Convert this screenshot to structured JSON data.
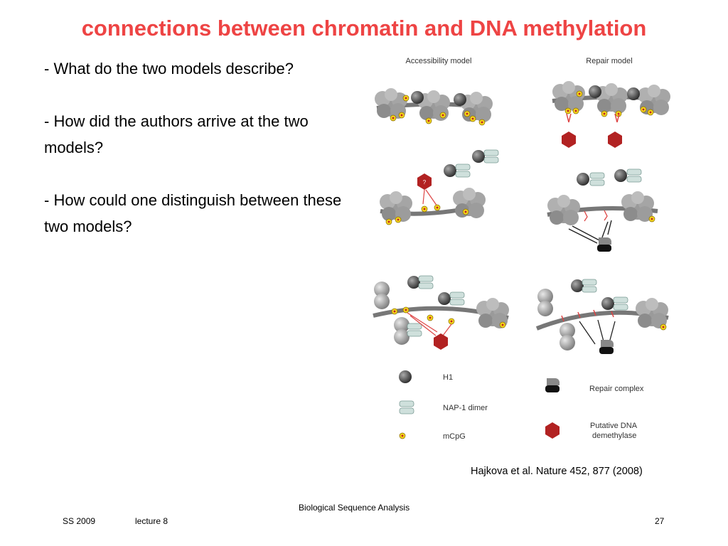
{
  "title": "connections between chromatin and DNA methylation",
  "title_color": "#ee4444",
  "bullets": [
    "- What do the two models describe?",
    "- How did the authors arrive at the two models?",
    "- How could one distinguish between these two models?"
  ],
  "figure": {
    "col_left": "Accessibility model",
    "col_right": "Repair model",
    "legend": {
      "h1": "H1",
      "nap": "NAP-1 dimer",
      "mcpg": "mCpG",
      "repair": "Repair complex",
      "demethylase_1": "Putative DNA",
      "demethylase_2": "demethylase"
    },
    "question_mark": "?"
  },
  "citation": "Hajkova et al. Nature 452, 877 (2008)",
  "footer": {
    "course": "Biological Sequence Analysis",
    "term": "SS 2009",
    "lecture": "lecture 8",
    "page": "27"
  }
}
